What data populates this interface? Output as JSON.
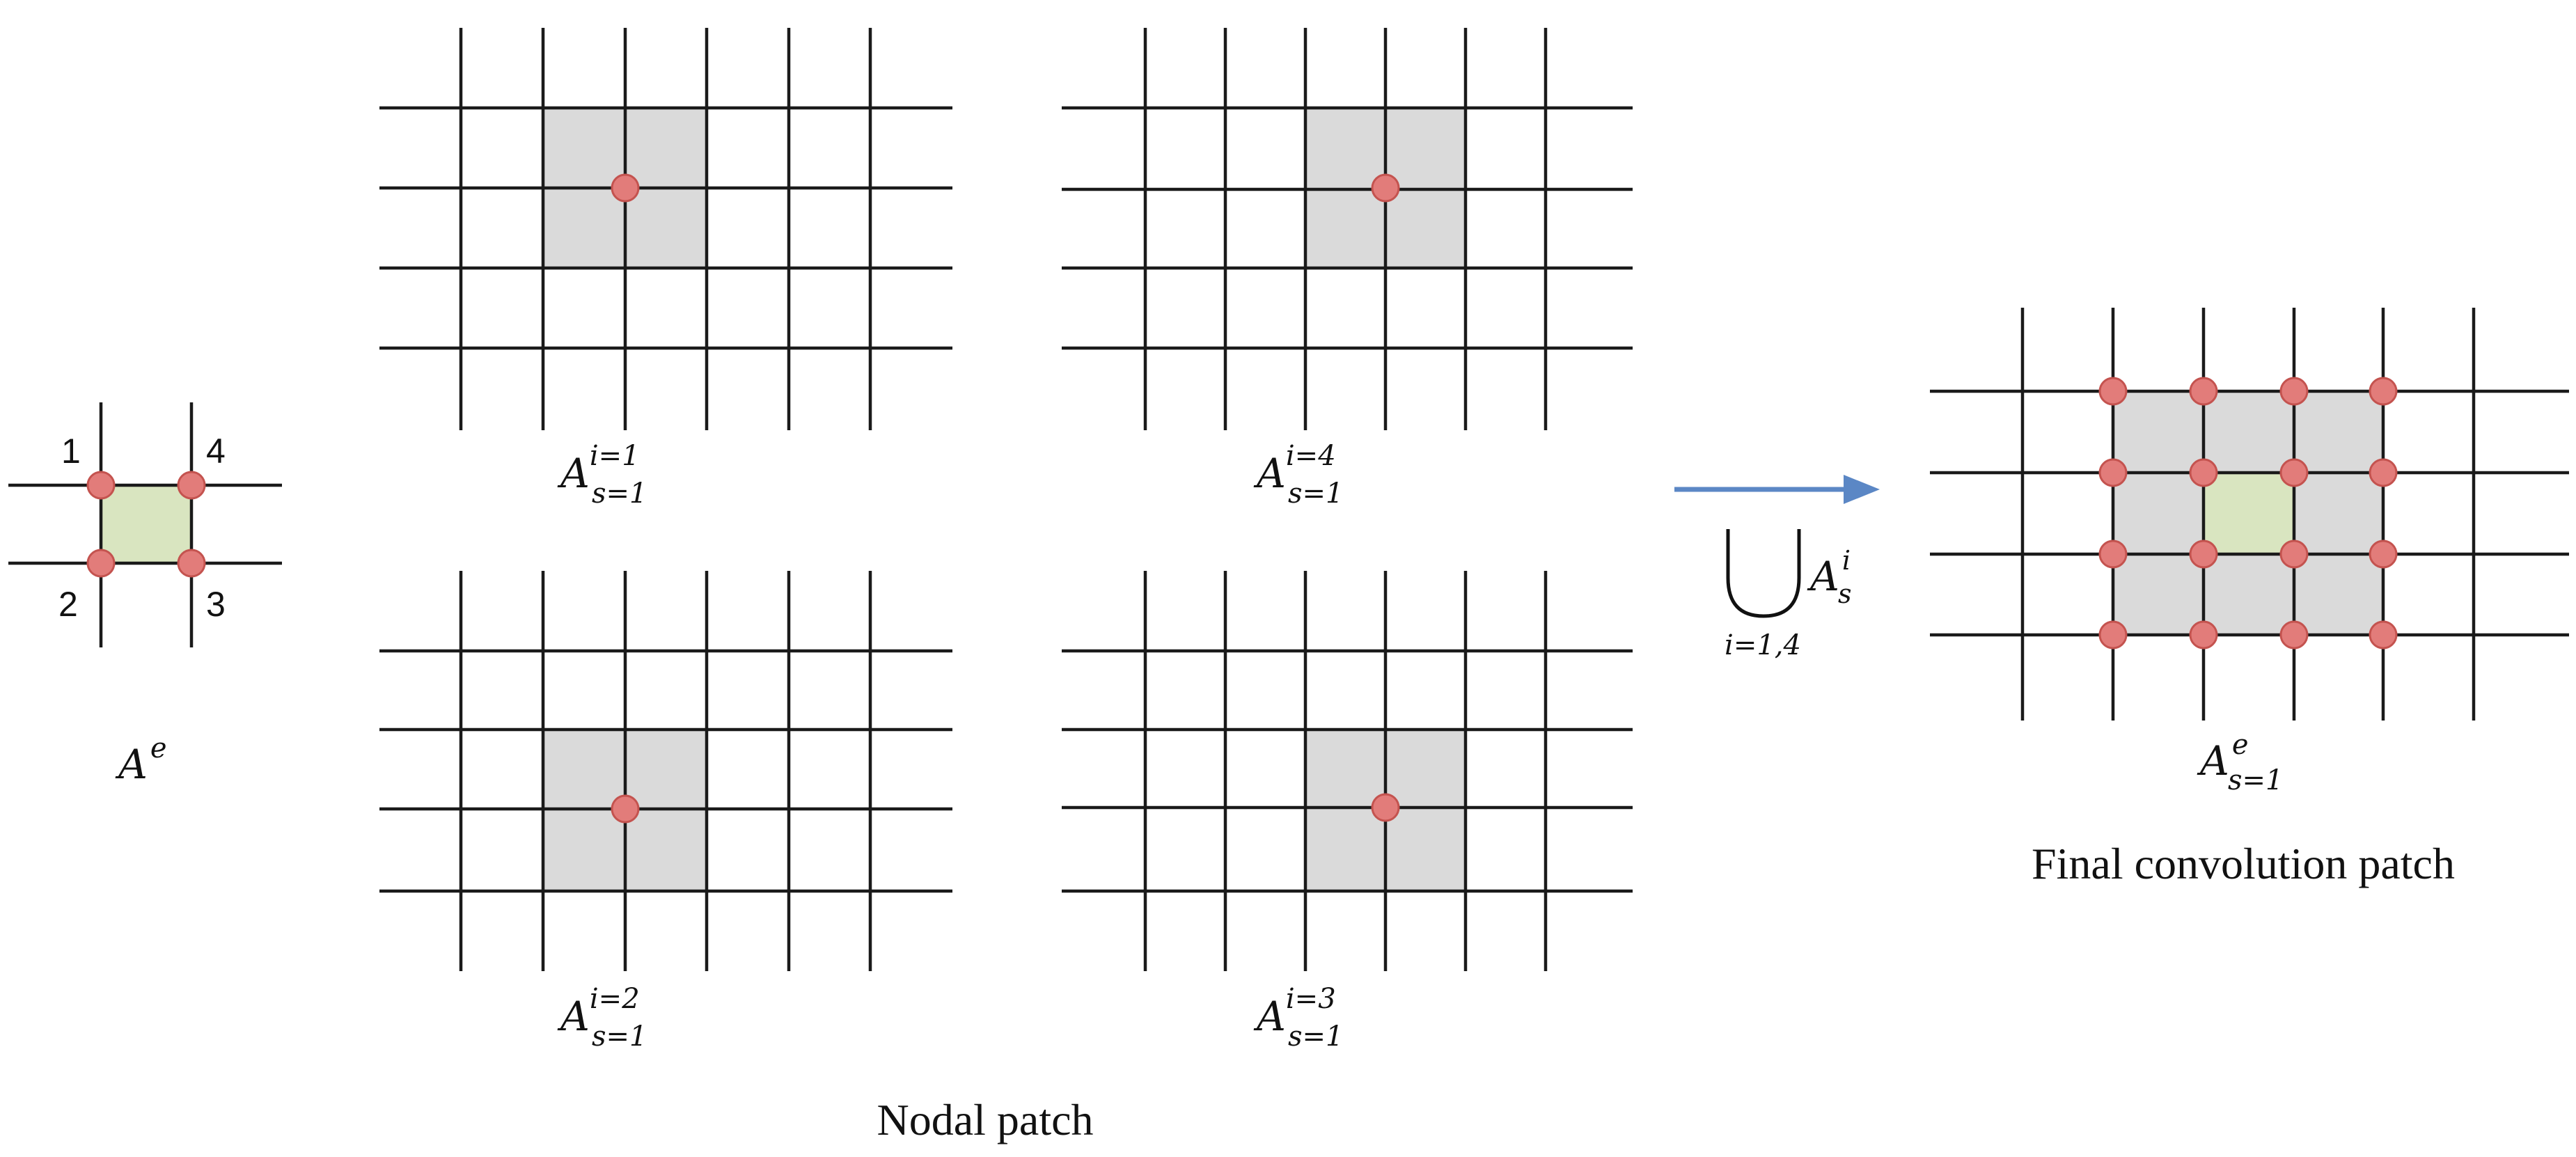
{
  "element": {
    "label_base": "A",
    "label_sup": "e",
    "node_numbers": [
      "1",
      "4",
      "2",
      "3"
    ]
  },
  "patches": [
    {
      "base": "A",
      "sup": "i=1",
      "sub": "s=1"
    },
    {
      "base": "A",
      "sup": "i=4",
      "sub": "s=1"
    },
    {
      "base": "A",
      "sup": "i=2",
      "sub": "s=1"
    },
    {
      "base": "A",
      "sup": "i=3",
      "sub": "s=1"
    }
  ],
  "nodal_caption": "Nodal patch",
  "union": {
    "base": "A",
    "sup": "i",
    "sub": "s",
    "range": "i=1,4"
  },
  "final": {
    "base": "A",
    "sup": "e",
    "sub": "s=1",
    "caption": "Final convolution patch"
  },
  "colors": {
    "node": "#e27c7a",
    "patch_fill": "#dadada",
    "element_fill": "#d9e5c0",
    "arrow": "#5b87c5",
    "grid": "#1a1a1a"
  }
}
